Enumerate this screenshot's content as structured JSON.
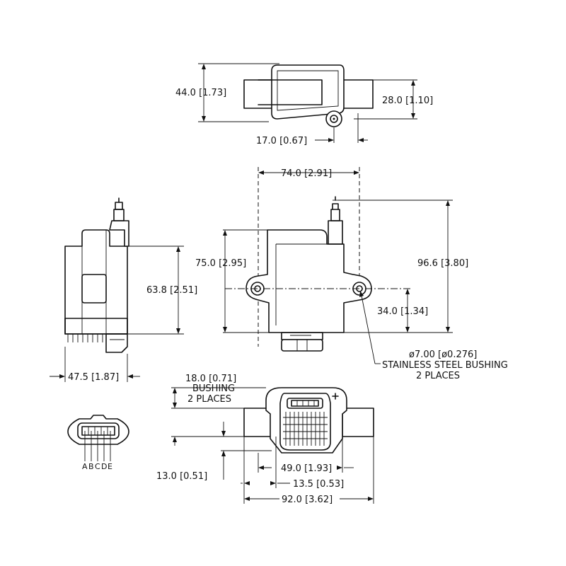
{
  "dimensions": {
    "top_height": "44.0 [1.73]",
    "top_inner_height": "28.0 [1.10]",
    "top_offset": "17.0 [0.67]",
    "front_width": "74.0 [2.91]",
    "front_body_height": "75.0 [2.95]",
    "front_total_height": "96.6 [3.80]",
    "front_hole_height": "34.0 [1.34]",
    "side_height": "63.8 [2.51]",
    "side_depth": "47.5 [1.87]",
    "bushing_dim": "18.0 [0.71]",
    "bottom_offset": "13.0 [0.51]",
    "hole_spacing": "49.0 [1.93]",
    "flange_width": "13.5 [0.53]",
    "overall_width": "92.0 [3.62]"
  },
  "notes": {
    "bushing_diameter": "ø7.00 [ø0.276]",
    "bushing_material": "STAINLESS STEEL BUSHING",
    "bushing_count": "2 PLACES",
    "bushing_label": "BUSHING",
    "bushing_label_count": "2 PLACES"
  },
  "connector": {
    "pins": [
      "A",
      "B",
      "C",
      "D",
      "E"
    ]
  }
}
